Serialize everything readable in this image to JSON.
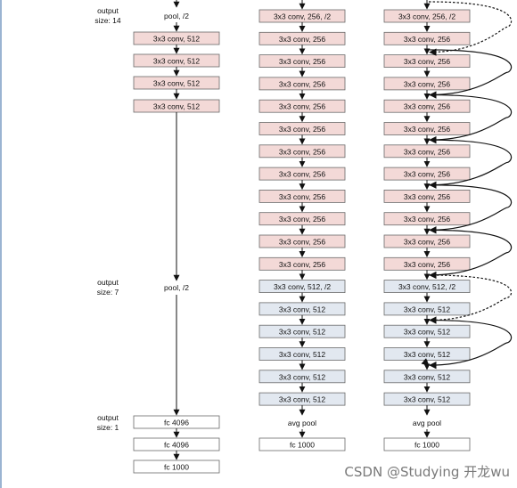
{
  "colors": {
    "pink": "#f3d9d7",
    "blue": "#e2e8f0",
    "white": "#ffffff",
    "stroke": "#6a6a6a",
    "line": "#111111",
    "left_edge": "#7a9cc3"
  },
  "side_labels": [
    {
      "line1": "output",
      "line2": "size: 14"
    },
    {
      "line1": "output",
      "line2": "size: 7"
    },
    {
      "line1": "output",
      "line2": "size: 1"
    }
  ],
  "vgg": {
    "pool14": "pool, /2",
    "convs": [
      "3x3 conv, 512",
      "3x3 conv, 512",
      "3x3 conv, 512",
      "3x3 conv, 512"
    ],
    "pool7": "pool, /2",
    "fc": [
      "fc 4096",
      "fc 4096",
      "fc 1000"
    ]
  },
  "plain": {
    "conv256": [
      "3x3 conv, 256, /2",
      "3x3 conv, 256",
      "3x3 conv, 256",
      "3x3 conv, 256",
      "3x3 conv, 256",
      "3x3 conv, 256",
      "3x3 conv, 256",
      "3x3 conv, 256",
      "3x3 conv, 256",
      "3x3 conv, 256",
      "3x3 conv, 256",
      "3x3 conv, 256"
    ],
    "conv512": [
      "3x3 conv, 512, /2",
      "3x3 conv, 512",
      "3x3 conv, 512",
      "3x3 conv, 512",
      "3x3 conv, 512",
      "3x3 conv, 512"
    ],
    "avgpool": "avg pool",
    "fc": "fc 1000"
  },
  "residual": {
    "conv256": [
      "3x3 conv, 256, /2",
      "3x3 conv, 256",
      "3x3 conv, 256",
      "3x3 conv, 256",
      "3x3 conv, 256",
      "3x3 conv, 256",
      "3x3 conv, 256",
      "3x3 conv, 256",
      "3x3 conv, 256",
      "3x3 conv, 256",
      "3x3 conv, 256",
      "3x3 conv, 256"
    ],
    "conv512": [
      "3x3 conv, 512, /2",
      "3x3 conv, 512",
      "3x3 conv, 512",
      "3x3 conv, 512",
      "3x3 conv, 512",
      "3x3 conv, 512"
    ],
    "avgpool": "avg pool",
    "fc": "fc 1000"
  },
  "watermark": "CSDN @Studying 开龙wu"
}
